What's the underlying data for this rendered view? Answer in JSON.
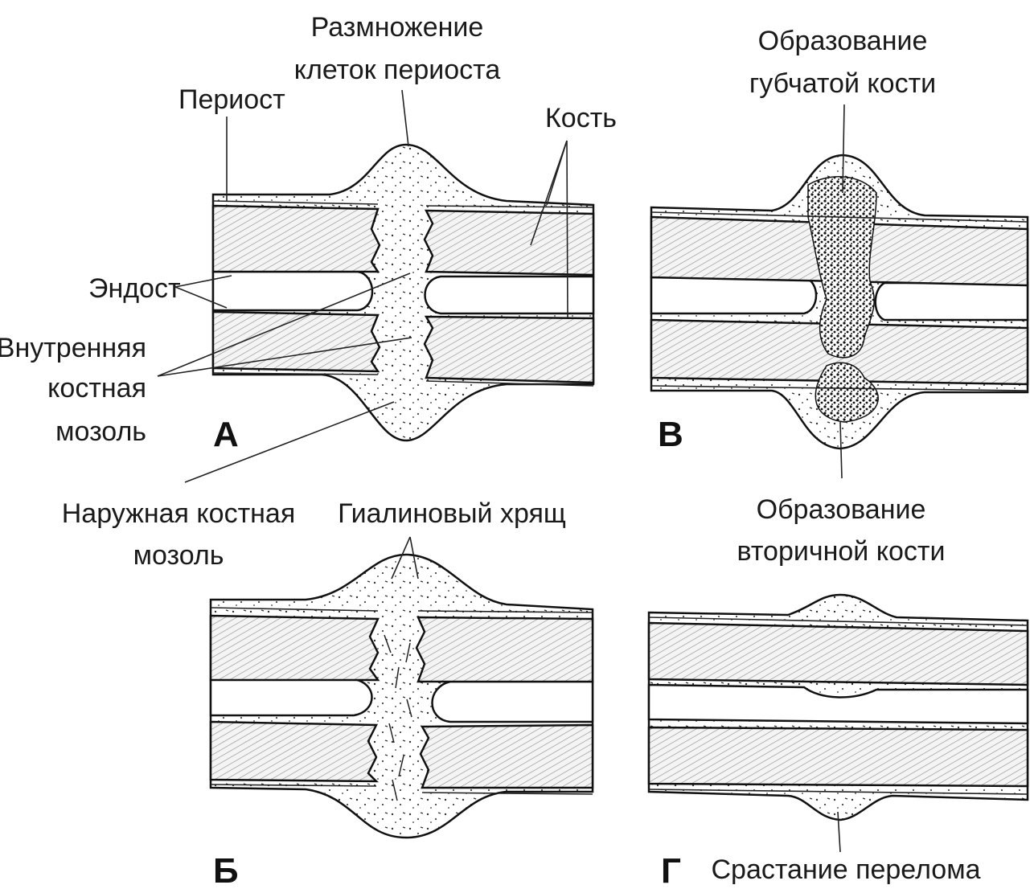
{
  "labels": {
    "periost": "Периост",
    "proliferation": [
      "Размножение",
      "клеток периоста"
    ],
    "bone": "Кость",
    "endost": "Эндост",
    "inner_callus": [
      "Внутренняя",
      "костная",
      "мозоль"
    ],
    "outer_callus": [
      "Наружная костная",
      "мозоль"
    ],
    "hyaline": "Гиалиновый хрящ",
    "spongy": [
      "Образование",
      "губчатой кости"
    ],
    "secondary": [
      "Образование",
      "вторичной кости"
    ],
    "fusion": "Срастание перелома"
  },
  "panels": {
    "a": "А",
    "b": "Б",
    "v": "В",
    "g": "Г"
  }
}
